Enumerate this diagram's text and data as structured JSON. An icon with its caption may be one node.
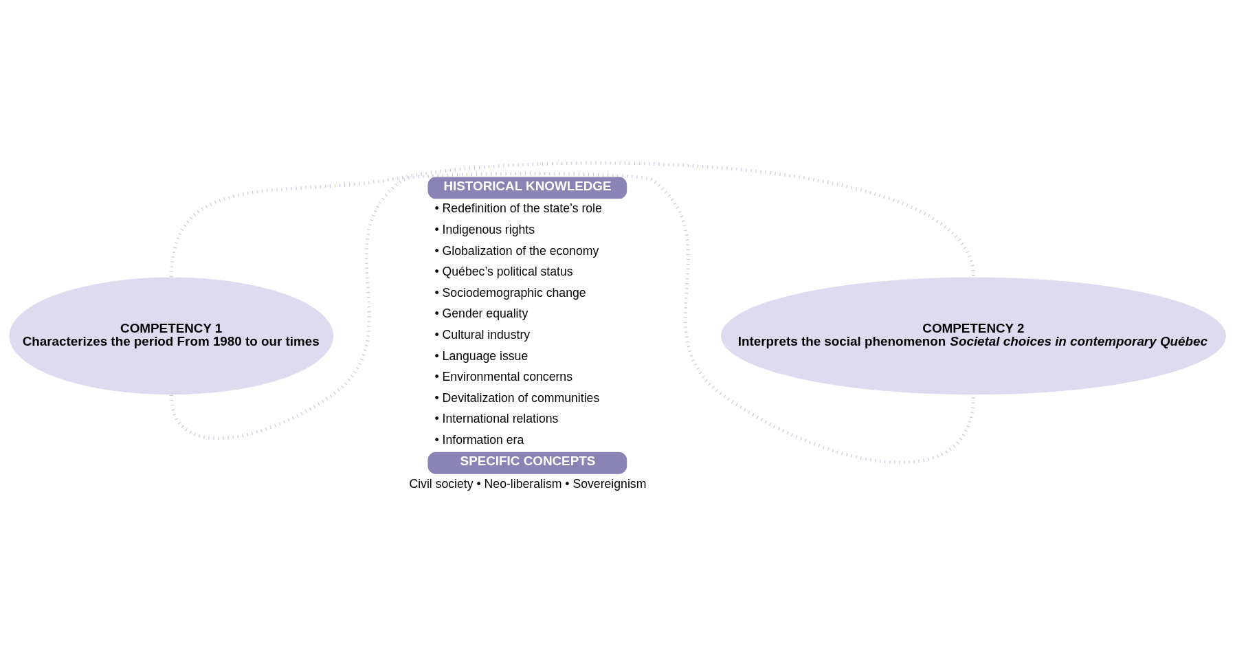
{
  "diagram": {
    "nodes": [
      {
        "text": [
          "COMPETENCY 1",
          "Characterizes the period From 1980 to our times"
        ]
      },
      {
        "text": [
          "COMPETENCY 2",
          "Interprets the social phenomenon *Societal choices in contemporary Québec*"
        ]
      },
      {
        "text": [
          "HISTORICAL KNOWLEDGE"
        ]
      },
      {
        "text": [
          "SPECIFIC CONCEPTS"
        ]
      }
    ],
    "edges": [
      {
        "from": 0,
        "to": 1,
        "arrow": "none",
        "style": "dashed"
      },
      {
        "from": 0,
        "to": 1,
        "arrow": "none",
        "style": "dashed"
      }
    ],
    "labels": [
      "• Redefinition of the state’s role",
      "• Indigenous rights",
      "• Globalization of the economy",
      "• Québec’s political status",
      "• Sociodemographic change",
      "• Gender equality",
      "• Cultural industry",
      "• Language issue",
      "• Environmental concerns",
      "• Devitalization of communities",
      "• International relations",
      "• Information era",
      "Civil society • Neo-liberalism • Sovereignism"
    ]
  }
}
